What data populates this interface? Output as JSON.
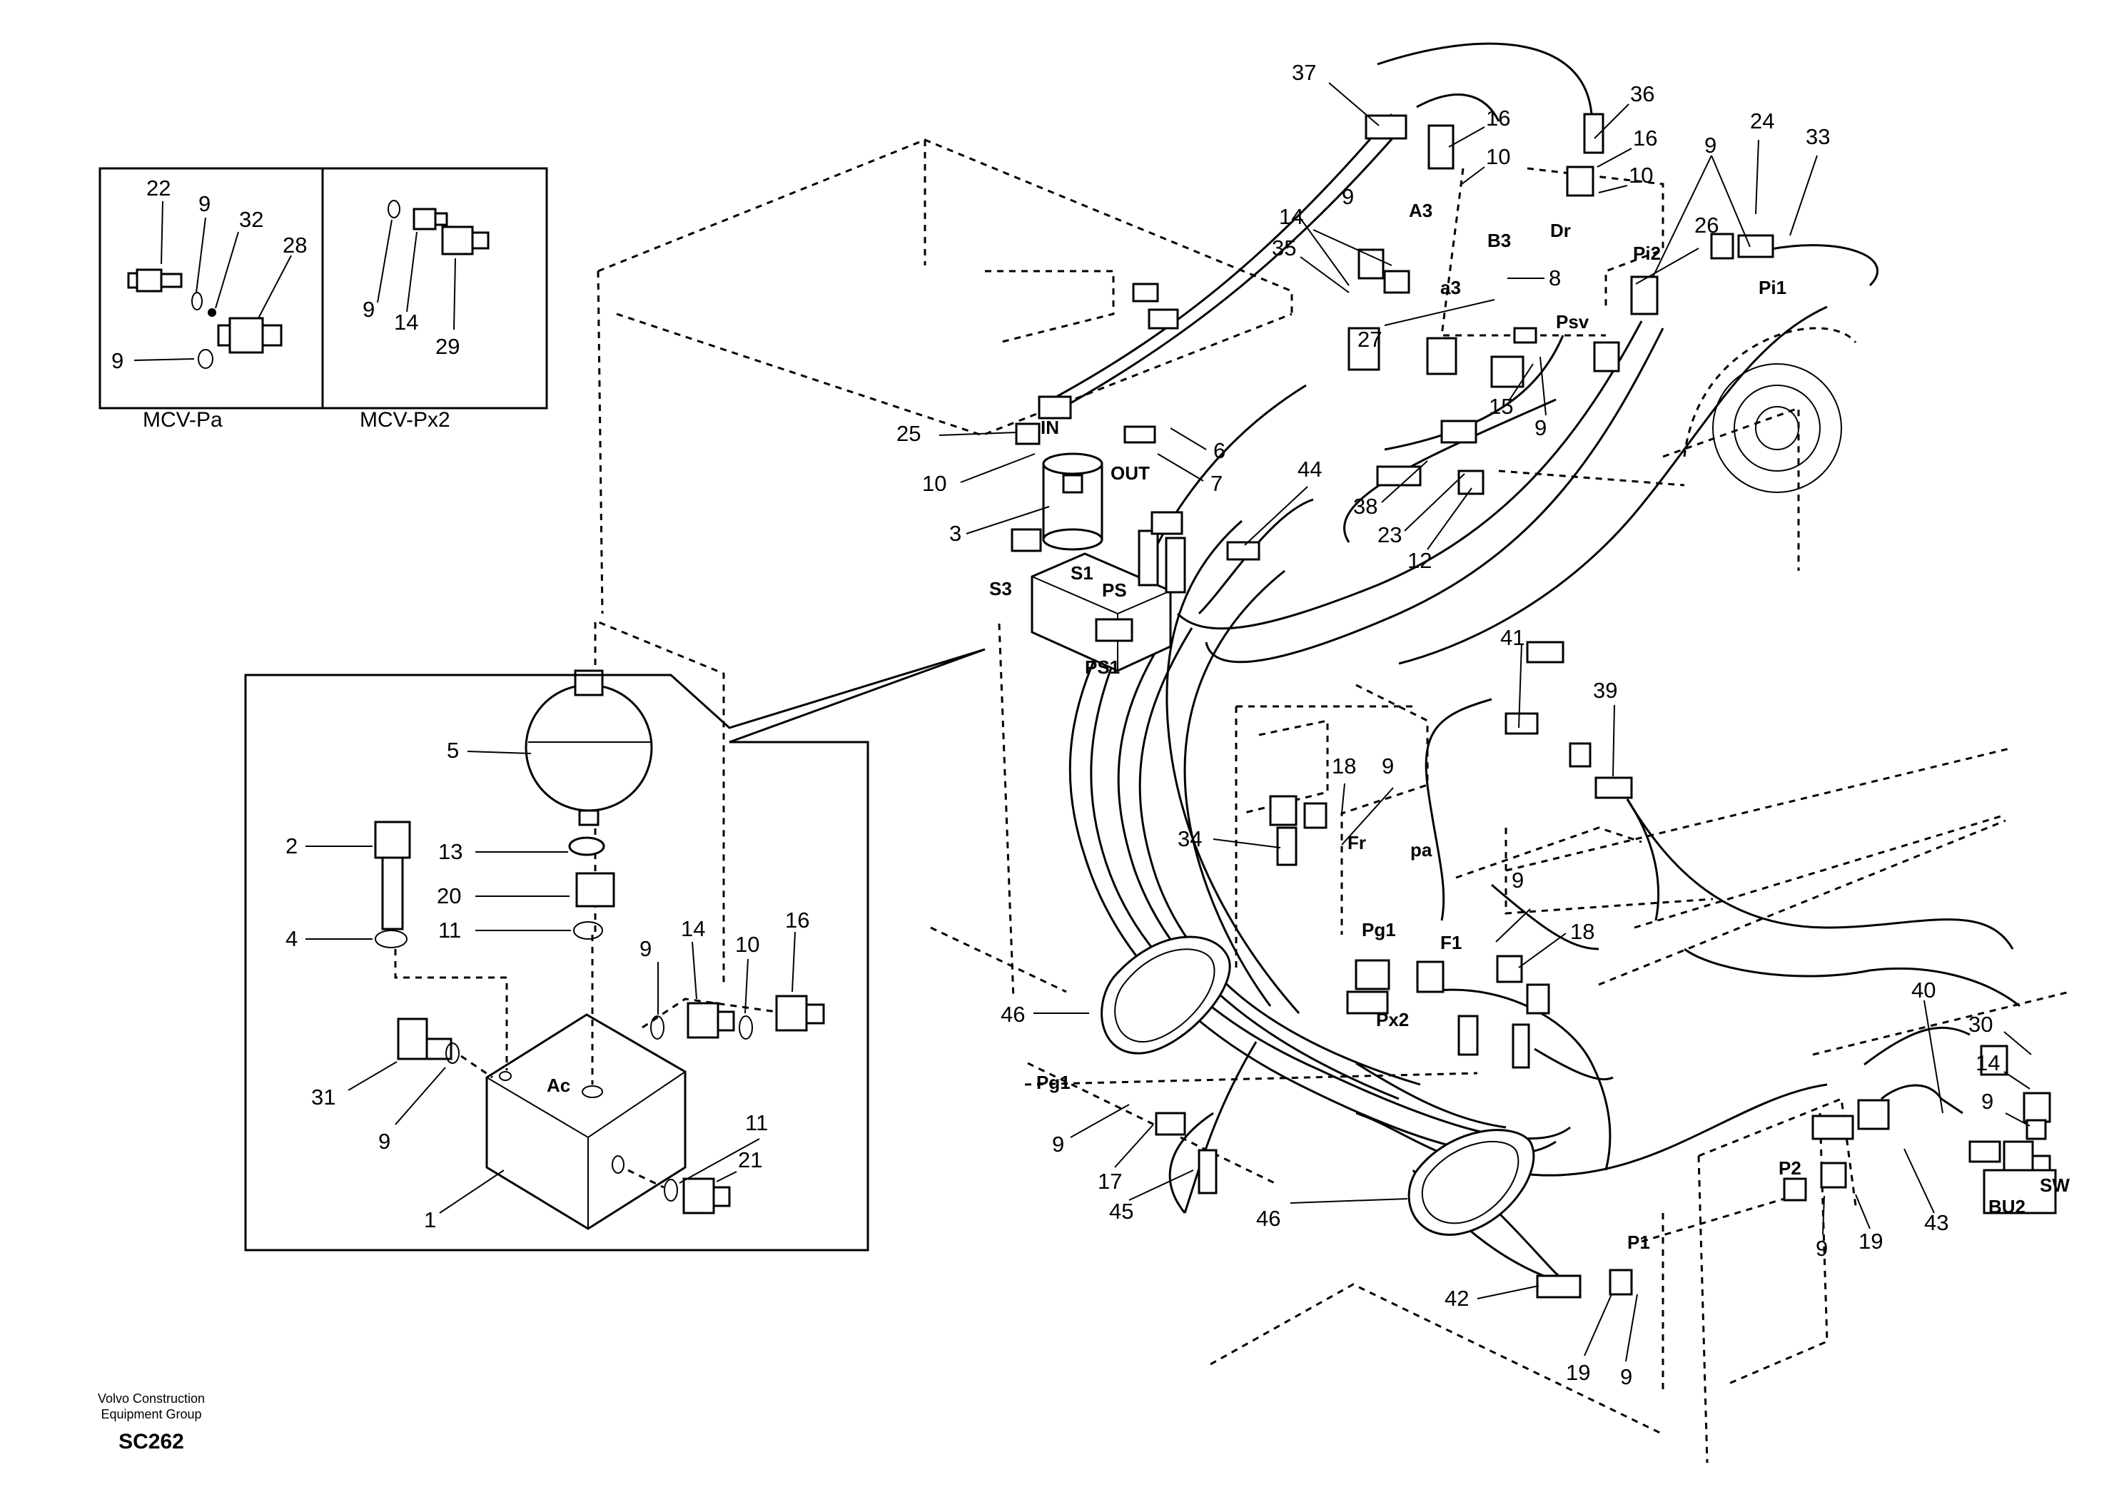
{
  "inset_top": {
    "left_caption": "MCV-Pa",
    "right_caption": "MCV-Px2",
    "left_labels": [
      "22",
      "9",
      "32",
      "28",
      "9"
    ],
    "right_labels": [
      "9",
      "14",
      "29"
    ]
  },
  "detail": {
    "labels": [
      "5",
      "2",
      "13",
      "20",
      "4",
      "11",
      "9",
      "14",
      "10",
      "16",
      "31",
      "9",
      "1",
      "11",
      "21"
    ],
    "port_ac": "Ac"
  },
  "callouts": [
    "37",
    "16",
    "10",
    "36",
    "16",
    "10",
    "9",
    "24",
    "33",
    "14",
    "9",
    "35",
    "8",
    "27",
    "26",
    "15",
    "9",
    "25",
    "10",
    "3",
    "6",
    "7",
    "44",
    "38",
    "23",
    "12",
    "41",
    "39",
    "18",
    "9",
    "34",
    "9",
    "18",
    "46",
    "46",
    "9",
    "17",
    "45",
    "40",
    "30",
    "14",
    "9",
    "9",
    "19",
    "43",
    "42",
    "19",
    "9"
  ],
  "ports": [
    "IN",
    "OUT",
    "S1",
    "PS",
    "S3",
    "PS1",
    "A3",
    "B3",
    "a3",
    "Dr",
    "Pi2",
    "Pi1",
    "Psv",
    "Fr",
    "pa",
    "Pg1",
    "F1",
    "Px2",
    "Pg1",
    "P2",
    "P1",
    "SW",
    "BU2"
  ],
  "footer": {
    "line1": "Volvo Construction",
    "line2": "Equipment Group",
    "code": "SC262"
  }
}
